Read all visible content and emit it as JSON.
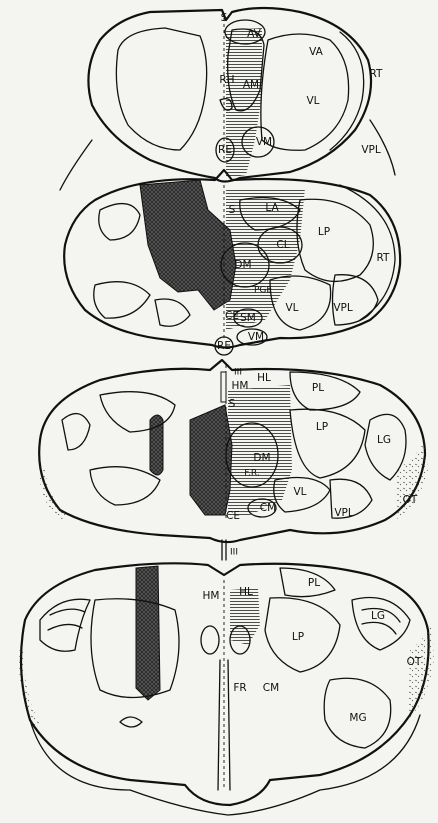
{
  "figure": {
    "sections": [
      {
        "id": "section-1",
        "labels": [
          "S",
          "AV",
          "VA",
          "RH",
          "AM",
          "RT",
          "VL",
          "VM",
          "RE",
          "VPL"
        ]
      },
      {
        "id": "section-2",
        "labels": [
          "S",
          "LA",
          "LP",
          "RT",
          "CL",
          "DM",
          "PGE",
          "VL",
          "VPL",
          "CE",
          "SM",
          "VM",
          "RE"
        ]
      },
      {
        "id": "section-3",
        "labels": [
          "III",
          "HM",
          "HL",
          "PL",
          "S",
          "LP",
          "LG",
          "DM",
          "F.R.",
          "VL",
          "VPL",
          "OT",
          "CE",
          "CM",
          "III"
        ]
      },
      {
        "id": "section-4",
        "labels": [
          "HM",
          "HL",
          "PL",
          "LG",
          "LP",
          "OT",
          "FR",
          "CM",
          "MG"
        ]
      }
    ],
    "colors": {
      "ink": "#111111",
      "paper": "#f4f4f1"
    }
  }
}
